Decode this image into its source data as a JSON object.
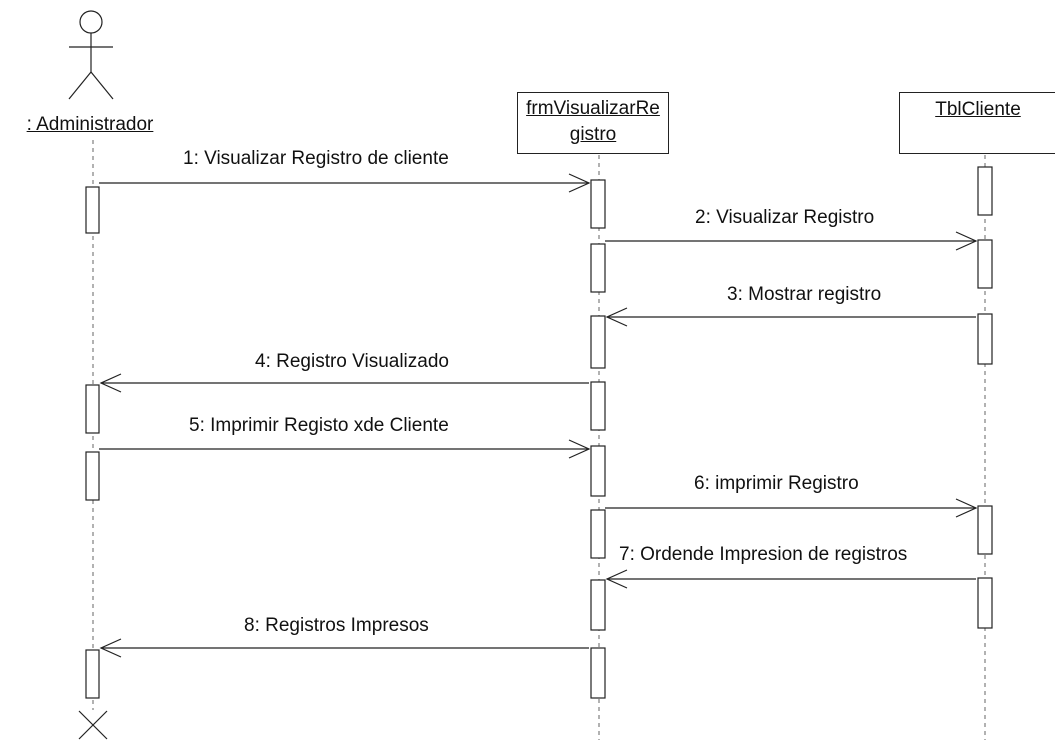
{
  "participants": {
    "actor": {
      "name": ": Administrador"
    },
    "form": {
      "name_line1": "frmVisualizarRe",
      "name_line2": "gistro"
    },
    "table": {
      "name": "TblCliente"
    }
  },
  "messages": [
    {
      "label": "1: Visualizar Registro de cliente",
      "from": "actor",
      "to": "form",
      "kind": "call"
    },
    {
      "label": "2: Visualizar Registro",
      "from": "form",
      "to": "table",
      "kind": "call"
    },
    {
      "label": "3: Mostrar registro",
      "from": "table",
      "to": "form",
      "kind": "return"
    },
    {
      "label": "4: Registro Visualizado",
      "from": "form",
      "to": "actor",
      "kind": "return"
    },
    {
      "label": "5: Imprimir Registo xde Cliente",
      "from": "actor",
      "to": "form",
      "kind": "call"
    },
    {
      "label": "6: imprimir Registro",
      "from": "form",
      "to": "table",
      "kind": "call"
    },
    {
      "label": "7: Ordende Impresion de registros",
      "from": "table",
      "to": "form",
      "kind": "return"
    },
    {
      "label": "8: Registros Impresos",
      "from": "form",
      "to": "actor",
      "kind": "return"
    }
  ]
}
